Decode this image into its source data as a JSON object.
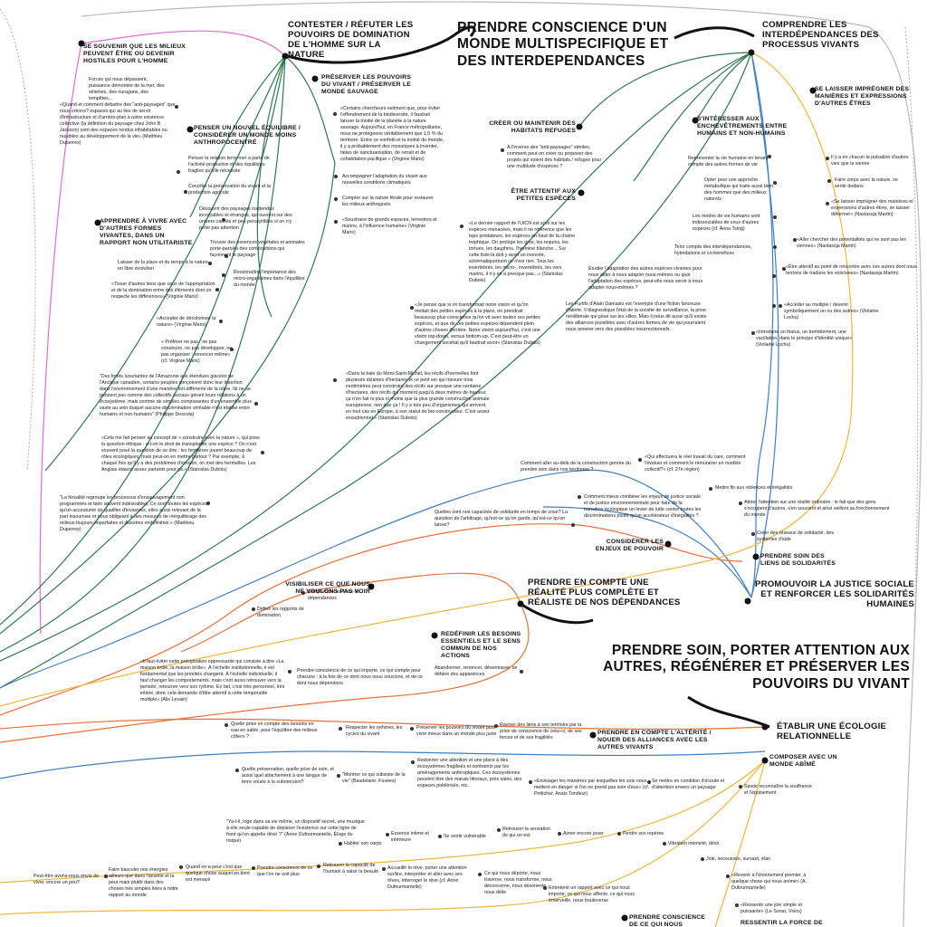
{
  "titles": {
    "multispecific": "PRENDRE CONSCIENCE D'UN MONDE MULTISPECIFIQUE ET DES INTERDEPENDANCES",
    "soin": "PRENDRE SOIN, PORTER ATTENTION AUX AUTRES, RÉGÉNÉRER ET PRÉSERVER LES POUVOIRS DU VIVANT",
    "realite": "PRENDRE EN COMPTE UNE RÉALITÉ PLUS COMPLÈTE ET RÉALISTE DE NOS DÉPENDANCES",
    "justice": "PROMOUVOIR LA JUSTICE SOCIALE ET RENFORCER LES SOLIDARITÉS HUMAINES",
    "contester": "CONTESTER / RÉFUTER LES POUVOIRS DE DOMINATION DE L'HOMME SUR LA NATURE",
    "comprendre": "COMPRENDRE LES INTERDÉPENDANCES DES PROCESSUS VIVANTS",
    "ecologie": "ÉTABLIR UNE ÉCOLOGIE RELATIONNELLE"
  },
  "subtitles": {
    "milieux_hostiles": "SE SOUVENIR QUE LES MILIEUX PEUVENT ÊTRE OU DEVENIR HOSTILES POUR L'HOMME",
    "nouvel_equilibre": "PENSER UN NOUVEL ÉQUILIBRE / CONSIDÉRER UN MONDE MOINS ANTHROPOCENTRÉ",
    "preserver_sauvage": "PRÉSERVER LES POUVOIRS DU VIVANT / PRÉSERVER LE MONDE SAUVAGE",
    "apprendre_vivre": "APPRENDRE À VIVRE AVEC D'AUTRES FORMES VIVANTES, DANS UN RAPPORT NON UTILITARISTE",
    "habitats_refuges": "CRÉER OU MAINTENIR DES HABITATS REFUGES",
    "petites_especes": "ÊTRE ATTENTIF AUX PETITES ESPÈCES",
    "enchevetrements": "S'INTÉRESSER AUX ENCHEVÊTREMENTS ENTRE HUMAINS ET NON-HUMAINS",
    "impregner": "SE LAISSER IMPRÉGNER DES MANIÈRES ET EXPRESSIONS D'AUTRES ÊTRES",
    "enjeux_pouvoir": "CONSIDÉRER LES ENJEUX DE POUVOIR",
    "liens_solidarite": "PRENDRE SOIN DES LIENS DE SOLIDARITÉS",
    "visibiliser": "VISIBILISER CE QUE NOUS NE VOULONS PAS VOIR",
    "redefinir": "REDÉFINIR LES BESOINS ESSENTIELS ET LE SENS COMMUN DE NOS ACTIONS",
    "alterite": "PRENDRE EN COMPTE L'ALTÉRITÉ / NOUER DES ALLIANCES AVEC LES AUTRES VIVANTS",
    "monde_abime": "COMPOSER AVEC UN MONDE ABÎMÉ",
    "ce_qui_touche": "PRENDRE CONSCIENCE DE CE QUI NOUS TOUCHE",
    "ressentir": "RESSENTIR LA FORCE DE LIE..."
  },
  "texts": {
    "t_forces": "Forces qui nous dépassent, puissance démontée de la mer, des séismes, des ouragans, des tempêtes...",
    "t_antipaysages": "«Quand et comment débattre des \"anti-paysages\" que nous créons? espaces qui au lieu de servir d'infrastructure et d'arrière-plan à notre existence collective (la définition du paysage chez John B. Jackson) sont des espaces rendus inhabitables ou nuisibles au développement de la vie» (Matthieu Duperrex)",
    "t_relation": "Penser la relation terre-mer à partir de l'activité productive et des équilibres fragiles qu'elle nécessite",
    "t_concilier": "Concilier la préservation du vivant et la production agricole",
    "t_decouvrir": "Découvrir des paysages inattendus incroyables et étranges, qui ouvrent sur des univers cachés et peu perceptibles si on n'y porte pas attention",
    "t_essences": "Trouver des essences végétales et animales porte-paroles des compositions qui façonnent le paysage",
    "t_micro": "Reconnaître l'importance des micro-organismes dans l'équilibre du monde",
    "t_chercheurs": "«Certains chercheurs estiment que, pour éviter l'effondrement de la biodiversité, il faudrait laisser la moitié de la planète à la nature sauvage. Aujourd'hui, en France métropolitaine, nous ne protégeons véritablement que 1,5 % du territoire. Entre ce confetti et la moitié du monde, il y a probablement des mosaïques à inventer, faites de sanctuarisation, de retrait et de cohabitation pacifique.» (Virginie Maris)",
    "t_accompagner": "Accompagner l'adaptation du vivant aux nouvelles conditions climatiques",
    "t_compter": "Compter sur la nature férale pour restaurer les milieux anthropisés",
    "t_soustraire": "«Soustraire de grands espaces, terrestres et marins, à l'influence humaine» (Virginie Maris)",
    "t_laisser_place": "Laisser de la place et du temps à la nature en libre évolution",
    "t_tisser": "«Tisser d'autres liens que ceux de l'appropriation et de la domination entre des éléments dont on respecte les différences» (Virginie Maris)",
    "t_decoloniser": "«Accepter de décoloniser la nature» (Virginie Maris)",
    "t_preferer": "« Préférer ne pas : ne pas construire, ne pas développer, ne pas organiser : renoncer même» (cf. Virginie Maris)",
    "t_forets": "\"Des forêts luxuriantes de l'Amazonie aux étendues glacées de l'Arctique canadien, certains peuples conçoivent donc leur insertion dans l'environnement d'une manière fort différente de la nôtre. Ils ne se pensent pas comme des collectifs sociaux gérant leurs relations à un écosystème, mais comme de simples composantes d'un ensemble plus vaste au sein duquel aucune discrimination véritable n'est établie entre humains et non-humains\" (Philippe Descola)",
    "t_penser_concept": "«Cela me fait penser au concept de « construire avec la nature », qui pose la question éthique : a-t-on le droit de transplanter une espèce ? On s'est souvent posé la question de se dire : les fermières jouent beaucoup de rôles écologiques, mais peut-on en mettre partout ? Par exemple, à chaque fois qu'il y a des problèmes d'érosion, on met des hermelles. Les Anglais étaient assez partants pour ça.» (Stanislas Dubois)",
    "t_fersalite": "\"La férsalité regroupe les processus d'ensauvagement non programmés et bien souvent indésirables. Ce sont toutes les espèces qu'un accoutumé de qualifier d'invasives, elles aussi relevant de la part insoumise et nous obligeant à des mesures de rééquilibrage des milieux toujours imparfaites et illusoires endéfinitive.» (Matthieu Duperrex)",
    "t_inverse": "À l'inverse des \"anti-paysages\" stériles, comment peut-on créer ou proposer des projets qui soient des habitats / refuges pour une multitude d'espèces ?",
    "t_uicn": "«Le dernier rapport de l'UICN est sorti sur les espèces menacées, mais il ne référence que les tops prédateurs, les espèces en haut de la chaîne trophique. On protège les gros, les requins, les tortues, les dauphins, l'hermine blanche... Sur cette liste-là doit y avoir un inoncée, schématiquement ce n'est rien. Tous les invertébrés, les micro-, invertébrés, les vers marins, il n'y en a presque pas...» (Stanislas Dubois)",
    "t_transformait": "«Je pense que si on transformait notre vision et qu'on mettait des petites espèces à la place, on prendrait beaucoup plus conscience qu'on vit avec toutes ces petites espèces, et que de ces petites espèces dépendent plein d'autres choses derrière. Notre vision aujourd'hui, c'est une vision top-down, versus bottom-up. C'est peut-être un changement sociétal qu'il faudrait avoir» (Stanislas Dubois)",
    "t_baie": "«Dans la baie du Mont-Saint-Michel, les récifs d'hermelles font plusieurs dizaines d'hectares et ce petit ver qui mesure trois centimètres peut construire des récifs sur presque une centaine d'hectares, des récifs qui montent jusqu'à deux mètres de hauteur, ça n'en fait ni plus ni moins que la plus grande construction animale européenne, rien que ça ! Il y a très peu d'organismes qui arrivent, en tout cas en Europe, à son statut de bio-constructeur. C'est assez exceptionnel.» (Stanislas Dubois)",
    "t_representer": "Représenter la vie humaine en tenant compte des autres formes de vie",
    "t_opter": "Opter pour une approche métabolique qui traite aussi bien des hommes que des milieux naturels",
    "t_modes": "Les modes de vie humains sont indissociables de ceux d'autres espèces (cf. Anna Tsing)",
    "t_tenir_compte": "Tenir compte des interdépendances, hybridations et co-bénéfices",
    "t_etudier": "Étudier l'adaptation des autres espèces vivantes pour nous aider à nous adapter nous-mêmes ou quoi l'adaptation des espèces, peut-elle nous servir à nous adapter nous-mêmes ?",
    "t_furtifs": "Les Furtifs d'Alain Damasio est l'exemple d'une fiction lanceuse d'alerte. Il diagnostique l'état de la société de surveillance, la prise néolibérale qui pèse sur les villes. Mais il nous dit aussi qu'il existe des alliances possibles avec d'autres formes de vie qui pourraient nous amener vers des possibles insurrectionnels.",
    "t_pulsation": "Il y a en chacun la pulsation d'autres vies que la sienne",
    "t_faire_corps": "Faire corps avec la nature, se sentir dedans",
    "t_impregner_q": "«Se laisser imprégner des manières et expressions d'autres êtres, se laisser déformer» (Nastassja Martin)",
    "t_aller_chercher": "«Aller chercher des potentialités qui ne sont pas les siennes» (Nastassja Martin)",
    "t_attentif_point": "«Être attentif au point de rencontre avec ces autres dont nous tentons de traduire les voix/voies» (Nastassja Martin)",
    "t_acceder": "«Accéder au multiple / devenir symboliquement un ou des autres» (Violaine Lochu)",
    "t_introduire": "«Introduire un hiatus, un tremblement, une vacillation, dans le principe d'identité unique» (Violaine Lochu)",
    "t_aller_dela": "Comment aller au-delà de la construction genrée du prendre soin dans nos territoires ?",
    "t_effectuera": "«Qui effectuera le réel travail du care, comment l'évaluer et comment le rémunérer en modèle collectif?» (cf. 27e région)",
    "t_mettre_fin": "Mettre fin aux violences et inégalités",
    "t_attirer": "Attirer l'attention sur une réalité ordinaire : le fait que des gens s'occupent d'autres, s'en soucient et ainsi veillent au fonctionnement du monde",
    "t_reseaux": "Créer des réseaux de solidarité, des systèmes d'aide",
    "t_combiner": "Comment mieux combiner les enjeux de justice sociale et de justice environnementale pour faire de la transition écologique un levier de lutte contre toutes les discriminations plutôt qu'un accélérateur d'inégalités ?",
    "t_capacites": "Quelles sont nos capacités de solidarité en temps de crise? La question de l'arbitrage, qu'est-ce qu'on garde, qu'est-ce qu'on laisse?",
    "t_comprendre_liens": "Comprendre les liens de dépendances",
    "t_definir_rapports": "Définir les rapports de domination",
    "t_abandonner": "Abandonner, renoncer, désentraver, se défaire des apparences",
    "t_precipitation": "«Il faut éviter cette précipitation oppressante qui consiste à dire «La maison brûle, la maison brûle». À l'échelle institutionnelle, il est fondamental que les priorités changent. À l'échelle individuelle, il faut changer les comportements, mais c'est aussi retrouver vers la pensée, retourner vers son rythme. En fait, c'est très personnel, très intime, donc cela demande d'être attentif à cette temporalité multiple» (Alix Levain)",
    "t_ce_qui_importe": "Prendre conscience de ce qui importe, ce qui compte pour chacune : à la fois de ce dont nous nous soucions, et de ce dont nous dépendons",
    "t_prise_compte": "Quelle prise en compte des besoins en eau en sable, pour l'équilibre des milieux côtiers ?",
    "t_rythmes": "Respecter les rythmes, les cycles du vivant",
    "t_preserver_pouvoirs": "Préserver les pouvoirs du vivant pour vivre mieux dans un monde plus juste",
    "t_raviver": "Raviver des liens à son territoire par la prise de conscience de celui-ci, de ses forces et de ses fragilités",
    "t_preservation": "Quelle préservation, quelle prise de soin, et aussi quel attachement à une langue de terre vouée à la submersion?",
    "t_montrer": "\"Montrer ce qui subsiste de la vie\" (Baudelaire, Fusées)",
    "t_redonner": "Redonner une attention et une place à des écosystèmes fragilisés et contraints par les aménagements anthropiques. Ces écosystèmes peuvent être des marais littoraux, prés salés, des espaces poldérisés, etc.",
    "t_envisager": "«Envisager les manières par lesquelles les sols nous mettent en danger si l'on ne prend pas soin d'eux» (cf. Petitcher, Anaïs Tondeur)",
    "t_se_mettre": "Se mettre en condition d'écoute et d'attention envers un paysage",
    "t_savoir": "Savoir reconnaître la souffrance et l'épuisement",
    "t_vie_meme": "\"Ya-t-il, logé dans sa vie même, un dispositif secret, une musique à elle seule capable de déplacer l'existence sur cette ligne de front qu'on appelle désir ?\" (Anne Dufourmantelle, Éloge du risque)",
    "t_habiter": "Habiter son corps",
    "t_essence": "Essence intime et intérieure",
    "t_vulnerable": "Se sentir vulnérable",
    "t_retrouver_sens": "Retrouver la sensation de qui on est",
    "t_aimer": "Aimer encore jouer",
    "t_perdre": "Perdre ses repères",
    "t_vibration": "Vibration intensité, désir",
    "t_joie": "Joie, secousses, sursaut, élan",
    "t_revenir": "«Revenir à l'étonnement premier, à quelque chose qui nous anime» (A. Dufourmantelle)",
    "t_ressentir_joie": "«Ressentir une joie simple et puissante» (Le Sonar, Vivos)",
    "t_peut_etre": "Peut-être avons-nous envie de vivre, encore un peu?",
    "t_basculer": "Faire basculer nos énergies ailleurs que dans l'anxiété et la peur mais plutôt dans des choses très simples liées à notre rapport au monde",
    "t_quand_peur": "Quand on a peur c'est que quelque chose auquel on tient est menacé",
    "t_ce_qu_on_voit": "Prendre conscience de ce que l'on ne voit plus",
    "t_capacite_humain": "Retrouver la capacité de l'humain à saisir la beauté",
    "t_accueillir": "Accueillir le rêve, porter une attention sur/lire, interpréter et aller avec ses rêves, interroger le rêve (cf. Anne Dufourmantelle)",
    "t_deporte": "Ce qui nous déporte, nous traverse, nous transforme, nous déconcerne, nous désoriente, nous délie",
    "t_entretenir": "Entretenir un rapport avec ce qui nous importe, ce qui nous affecte, ce qui nous émerveille, nous bouleverse"
  },
  "colors": {
    "green": "#2f7a4e",
    "blue": "#3f7fc4",
    "orange": "#e8703a",
    "yellow": "#f0b73c",
    "pink": "#e06bd3",
    "grey": "#b8b8b8",
    "black": "#111111"
  }
}
